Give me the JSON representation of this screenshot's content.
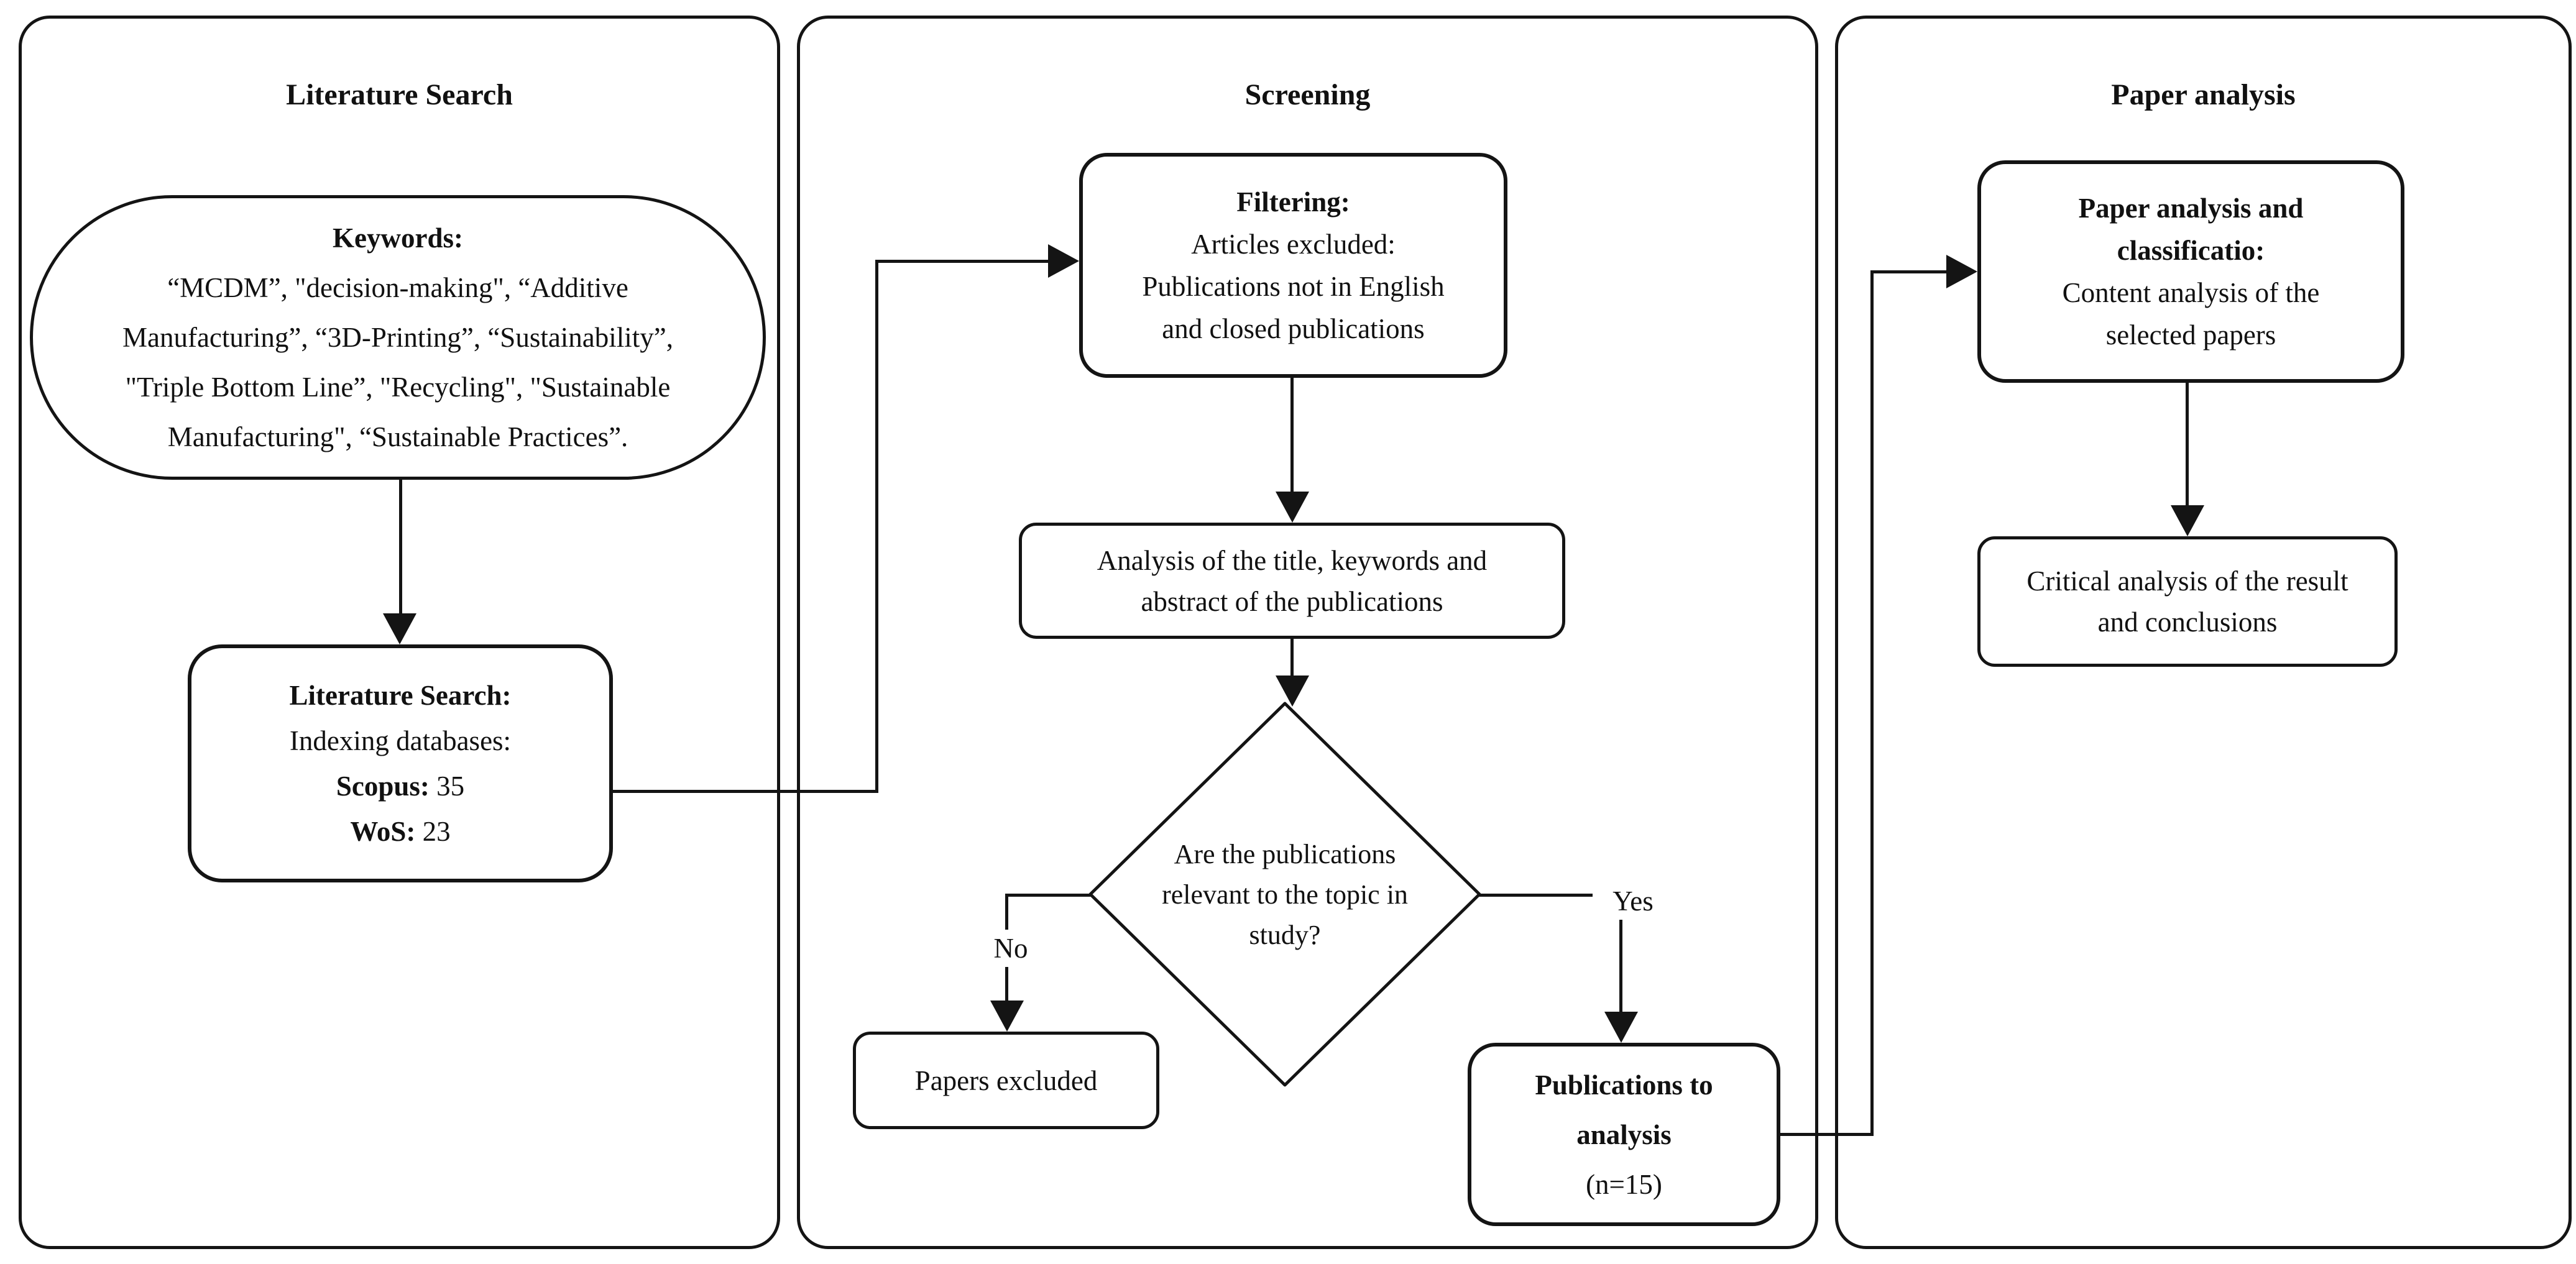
{
  "figure": {
    "background": "#ffffff",
    "line_color": "#141414"
  },
  "panels": [
    {
      "title": "Literature Search"
    },
    {
      "title": "Screening"
    },
    {
      "title": "Paper analysis"
    }
  ],
  "literature": {
    "keywords": {
      "heading": "Keywords:",
      "lines": [
        "“MCDM”, \"decision-making\", “Additive",
        "Manufacturing”, “3D-Printing”, “Sustainability”,",
        "\"Triple Bottom Line”, \"Recycling\", \"Sustainable",
        "Manufacturing\", “Sustainable Practices”."
      ]
    },
    "search_box": {
      "heading": "Literature Search:",
      "subheading": "Indexing databases:",
      "scopus_label": "Scopus:",
      "scopus_value": " 35",
      "wos_label": "WoS:",
      "wos_value": " 23"
    }
  },
  "screening": {
    "filtering": {
      "heading": "Filtering:",
      "lines": [
        "Articles excluded:",
        "Publications not in English",
        "and closed publications"
      ]
    },
    "analysis_box": {
      "lines": [
        "Analysis of the title, keywords and",
        "abstract of the publications"
      ]
    },
    "decision": {
      "lines": [
        "Are the publications",
        "relevant to the topic in",
        "study?"
      ],
      "no_label": "No",
      "yes_label": "Yes"
    },
    "papers_excluded": {
      "label": "Papers excluded"
    },
    "publications": {
      "heading_line1": "Publications to",
      "heading_line2": "analysis",
      "count": "(n=15)"
    }
  },
  "paper_analysis": {
    "classification": {
      "heading_line1": "Paper analysis and",
      "heading_line2": "classificatio:",
      "lines": [
        "Content analysis of the",
        "selected papers"
      ]
    },
    "critical": {
      "lines": [
        "Critical analysis of the result",
        "and conclusions"
      ]
    }
  }
}
